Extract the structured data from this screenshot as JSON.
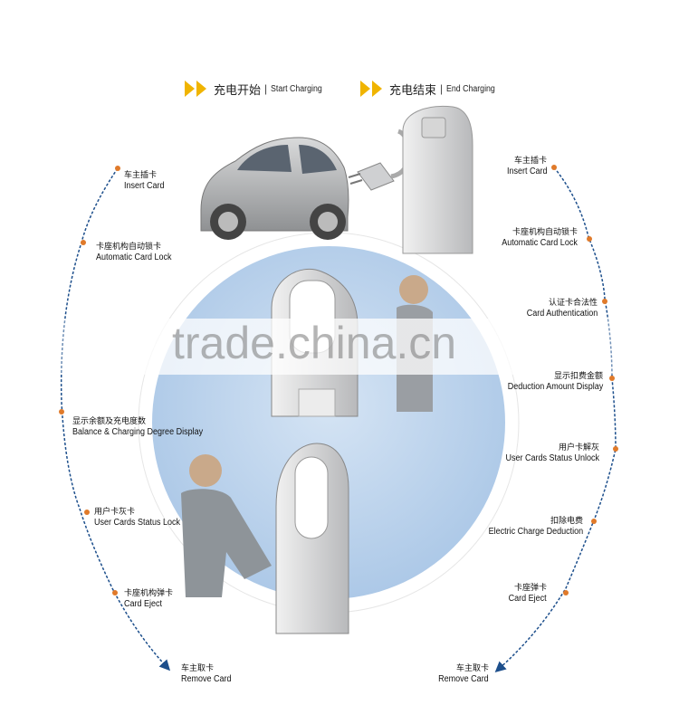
{
  "header": {
    "start": {
      "cn": "充电开始",
      "sep": "|",
      "en": "Start Charging"
    },
    "end": {
      "cn": "充电结束",
      "sep": "|",
      "en": "End Charging"
    }
  },
  "left_steps": [
    {
      "cn": "车主插卡",
      "en": "Insert Card"
    },
    {
      "cn": "卡座机构自动锁卡",
      "en": "Automatic Card Lock"
    },
    {
      "cn": "显示余额及充电度数",
      "en": "Balance & Charging Degree Display"
    },
    {
      "cn": "用户卡灰卡",
      "en": "User Cards Status Lock"
    },
    {
      "cn": "卡座机构弹卡",
      "en": "Card Eject"
    },
    {
      "cn": "车主取卡",
      "en": "Remove Card"
    }
  ],
  "right_steps": [
    {
      "cn": "车主插卡",
      "en": "Insert Card"
    },
    {
      "cn": "卡座机构自动锁卡",
      "en": "Automatic Card Lock"
    },
    {
      "cn": "认证卡合法性",
      "en": "Card Authentication"
    },
    {
      "cn": "显示扣费金额",
      "en": "Deduction Amount Display"
    },
    {
      "cn": "用户卡解灰",
      "en": "User Cards Status Unlock"
    },
    {
      "cn": "扣除电费",
      "en": "Electric Charge Deduction"
    },
    {
      "cn": "卡座弹卡",
      "en": "Card Eject"
    },
    {
      "cn": "车主取卡",
      "en": "Remove Card"
    }
  ],
  "watermark": "trade.china.cn",
  "colors": {
    "arrow": "#1d4f8c",
    "dot": "#e07a2a",
    "circle": "#b7d0ea",
    "chevron": "#f0b400"
  },
  "icons": [
    "chevron-right-icon",
    "car-illustration",
    "charging-plug-illustration",
    "charging-post-illustration",
    "person-illustration"
  ]
}
